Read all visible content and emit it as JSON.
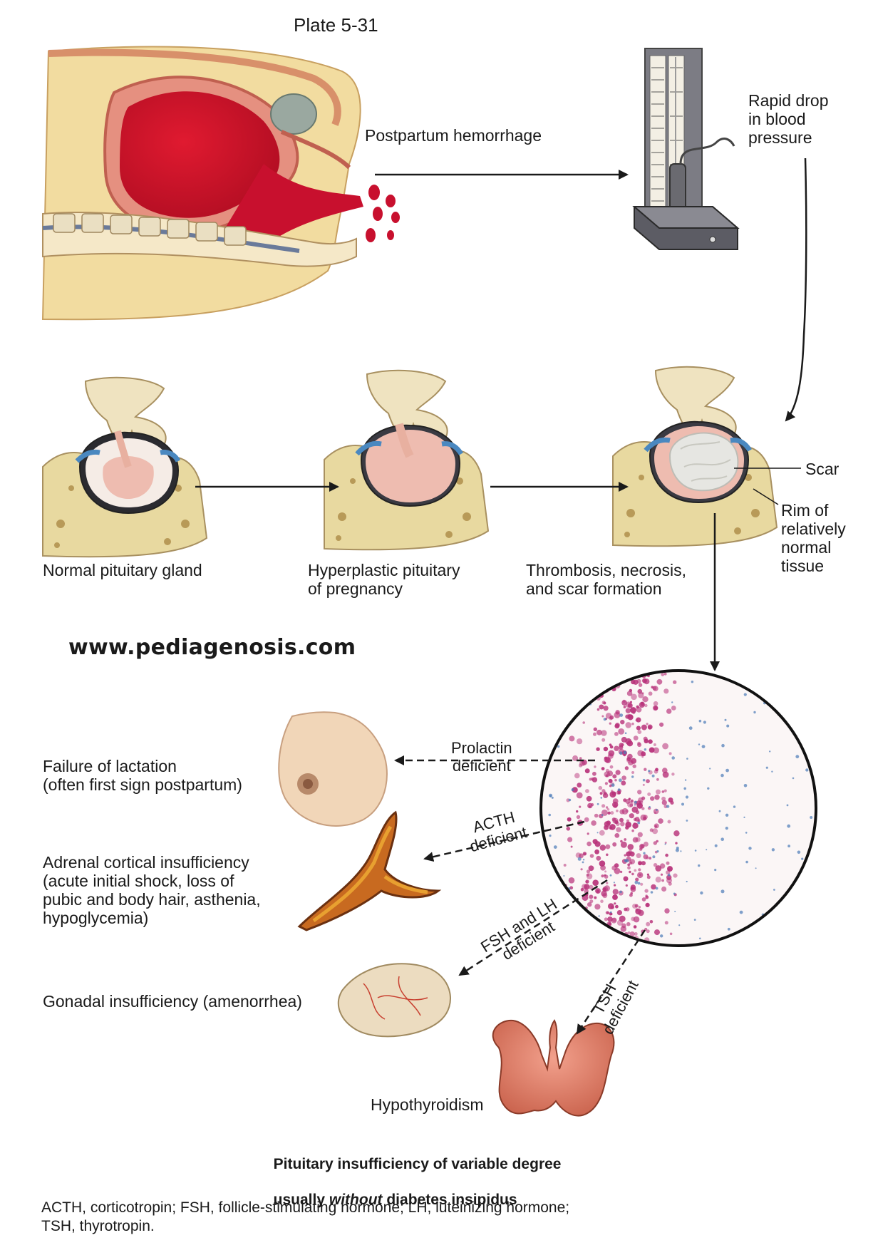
{
  "plate_label": "Plate 5-31",
  "website": "www.pediagenosis.com",
  "labels": {
    "postpartum_hemorrhage": "Postpartum hemorrhage",
    "bp_drop": "Rapid drop\nin blood\npressure",
    "normal_pituitary": "Normal pituitary gland",
    "hyperplastic_pituitary": "Hyperplastic pituitary\nof pregnancy",
    "thrombosis": "Thrombosis, necrosis,\nand scar formation",
    "scar": "Scar",
    "rim": "Rim of\nrelatively\nnormal\ntissue",
    "failure_lactation": "Failure of lactation\n(often first sign postpartum)",
    "adrenal_insufficiency": "Adrenal cortical insufficiency\n(acute initial shock, loss of\npubic and body hair, asthenia,\nhypoglycemia)",
    "gonadal_insufficiency": "Gonadal insufficiency (amenorrhea)",
    "hypothyroidism": "Hypothyroidism"
  },
  "deficiency_labels": {
    "prolactin": "Prolactin\ndeficient",
    "acth": "ACTH\ndeficient",
    "fsh_lh": "FSH and LH\ndeficient",
    "tsh": "TSH\ndeficient"
  },
  "summary_line1": "Pituitary insufficiency of variable degree",
  "summary_line2_pre": "usually ",
  "summary_line2_em": "without",
  "summary_line2_post": " diabetes insipidus",
  "footnote": "ACTH, corticotropin; FSH, follicle-stimulating hormone; LH, luteinizing hormone;\nTSH, thyrotropin.",
  "colors": {
    "blood": "#c8102e",
    "bone": "#e8d9a0",
    "pituitary_pink": "#eebcb0",
    "arrow": "#1a1a1a",
    "histology_stain": "#b8327a"
  }
}
